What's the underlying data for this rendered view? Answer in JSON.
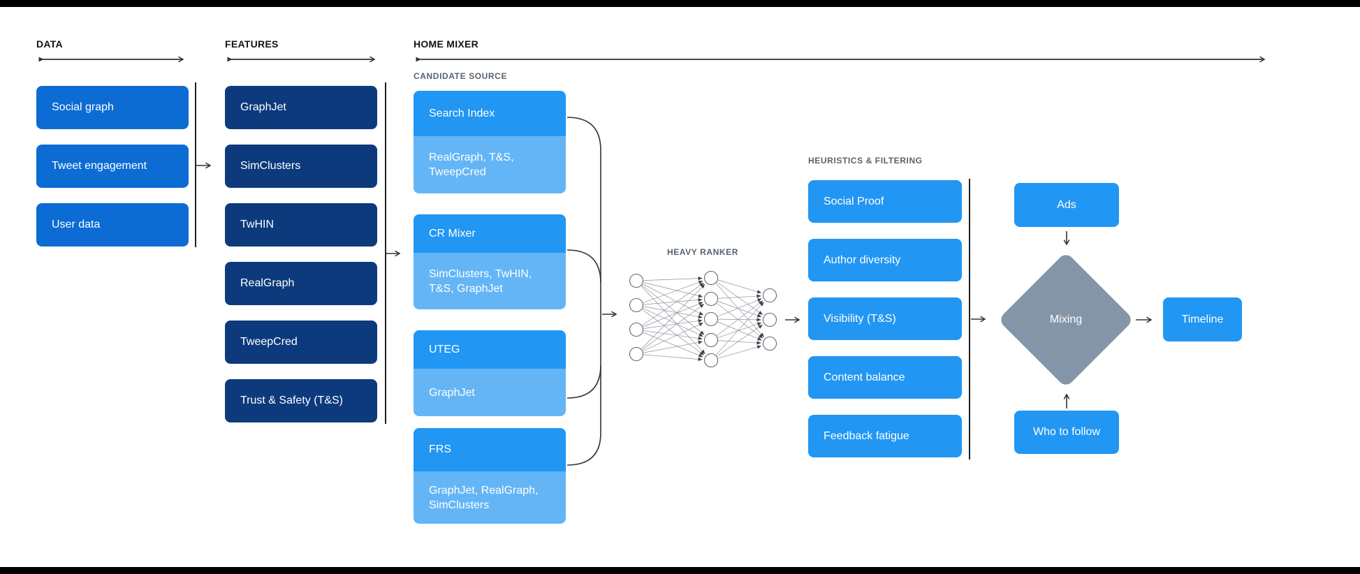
{
  "sections": {
    "data_label": "DATA",
    "features_label": "FEATURES",
    "home_mixer_label": "HOME MIXER",
    "candidate_source_label": "CANDIDATE SOURCE",
    "heavy_ranker_label": "HEAVY RANKER",
    "heuristics_label": "HEURISTICS & FILTERING"
  },
  "data_column": {
    "items": [
      {
        "label": "Social graph"
      },
      {
        "label": "Tweet engagement"
      },
      {
        "label": "User data"
      }
    ]
  },
  "features_column": {
    "items": [
      {
        "label": "GraphJet"
      },
      {
        "label": "SimClusters"
      },
      {
        "label": "TwHIN"
      },
      {
        "label": "RealGraph"
      },
      {
        "label": "TweepCred"
      },
      {
        "label": "Trust & Safety (T&S)"
      }
    ]
  },
  "candidate_source": {
    "groups": [
      {
        "name": "Search Index",
        "sources": "RealGraph, T&S, TweepCred"
      },
      {
        "name": "CR Mixer",
        "sources": "SimClusters, TwHIN, T&S, GraphJet"
      },
      {
        "name": "UTEG",
        "sources": "GraphJet"
      },
      {
        "name": "FRS",
        "sources": "GraphJet, RealGraph, SimClusters"
      }
    ]
  },
  "heuristics_column": {
    "items": [
      {
        "label": "Social Proof"
      },
      {
        "label": "Author diversity"
      },
      {
        "label": "Visibility (T&S)"
      },
      {
        "label": "Content balance"
      },
      {
        "label": "Feedback fatigue"
      }
    ]
  },
  "mixing_stage": {
    "ads_label": "Ads",
    "mixing_label": "Mixing",
    "who_to_follow_label": "Who to follow",
    "timeline_label": "Timeline"
  },
  "colors": {
    "data_blue": "#0c6cd4",
    "features_navy": "#0d3a7d",
    "bright_blue": "#2196f3",
    "light_blue": "#64b5f6",
    "diamond_gray": "#8595a8",
    "line_dark": "#2f3336",
    "label_gray": "#57626e"
  }
}
